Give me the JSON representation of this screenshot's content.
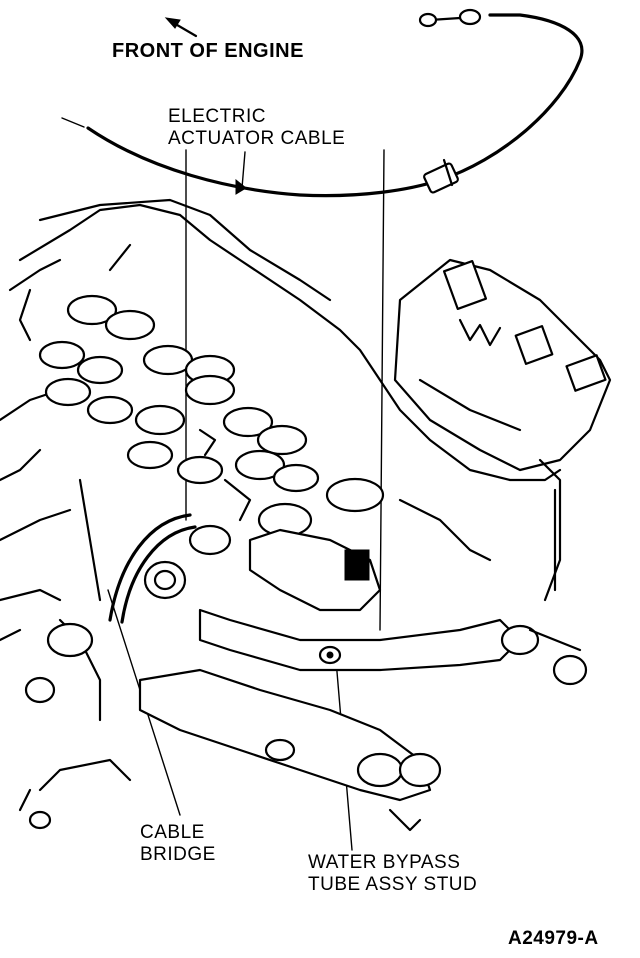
{
  "labels": {
    "front_of_engine": "FRONT OF ENGINE",
    "electric_actuator_cable_line1": "ELECTRIC",
    "electric_actuator_cable_line2": "ACTUATOR CABLE",
    "cable_bridge_line1": "CABLE",
    "cable_bridge_line2": "BRIDGE",
    "water_bypass_line1": "WATER BYPASS",
    "water_bypass_line2": "TUBE ASSY STUD",
    "figure_id": "A24979-A"
  },
  "colors": {
    "ink": "#000000",
    "paper": "#ffffff"
  },
  "icons": {
    "direction_arrow": "arrow-up-left-icon"
  }
}
